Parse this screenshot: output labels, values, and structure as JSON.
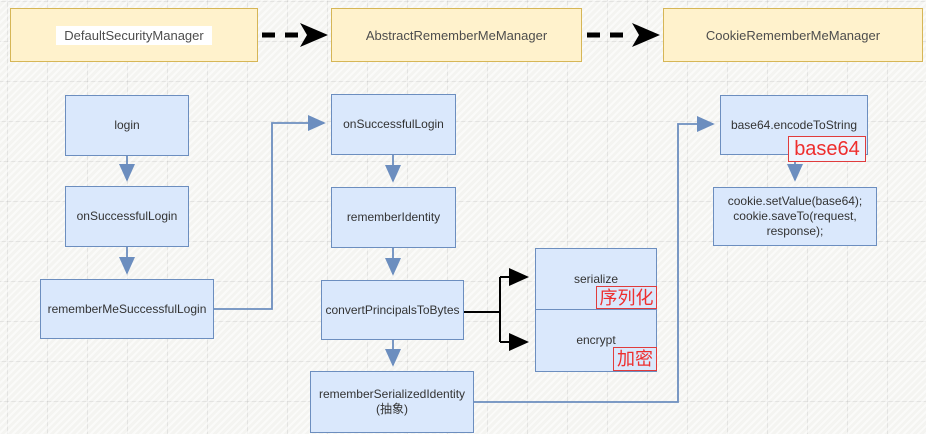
{
  "colors": {
    "header_fill": "#FFF2CC",
    "header_border": "#D6B656",
    "node_fill": "#DAE8FC",
    "node_border": "#6C8EBF",
    "connector_blue": "#6C8EBF",
    "connector_black": "#000000",
    "annotation_red": "#EE2E2E",
    "canvas_background": "#F4F4F1"
  },
  "headers": [
    {
      "label": "DefaultSecurityManager"
    },
    {
      "label": "AbstractRememberMeManager"
    },
    {
      "label": "CookieRememberMeManager"
    }
  ],
  "left_column": {
    "login": "login",
    "on_successful_login": "onSuccessfulLogin",
    "remember_me_successful_login": "rememberMeSuccessfulLogin"
  },
  "middle_column": {
    "on_successful_login": "onSuccessfulLogin",
    "remember_identity": "rememberIdentity",
    "convert_principals_to_bytes": "convertPrincipalsToBytes",
    "remember_serialized_identity": "rememberSerializedIdentity",
    "remember_serialized_identity_note": "(抽象)"
  },
  "serialize_group": {
    "serialize": "serialize",
    "serialize_annotation": "序列化",
    "encrypt": "encrypt",
    "encrypt_annotation": "加密"
  },
  "right_column": {
    "base64_encode_to_string": "base64.encodeToString",
    "base64_annotation": "base64",
    "cookie_line1": "cookie.setValue(base64);",
    "cookie_line2": "cookie.saveTo(request,",
    "cookie_line3": "response);"
  }
}
